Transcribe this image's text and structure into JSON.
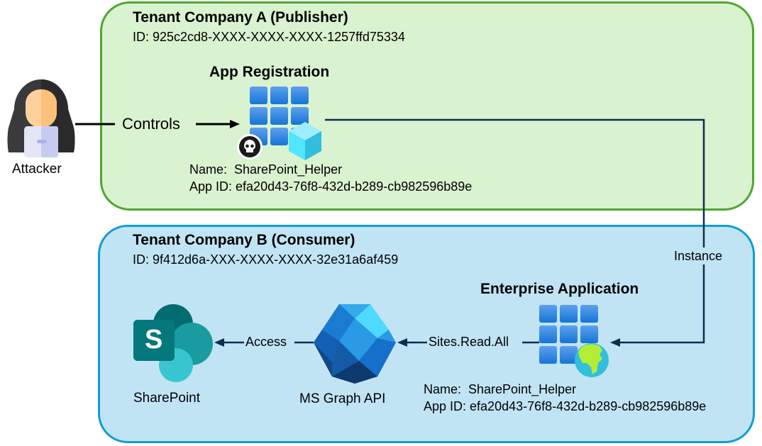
{
  "tenant_a": {
    "title": "Tenant Company A (Publisher)",
    "id": "ID: 925c2cd8-XXXX-XXXX-XXXX-1257ffd75334",
    "border_color": "#4ea72e",
    "fill_color": "#d9f2d0"
  },
  "tenant_b": {
    "title": "Tenant Company B (Consumer)",
    "id": "ID: 9f412d6a-XXX-XXXX-XXXX-32e31a6af459",
    "border_color": "#0f9ed5",
    "fill_color": "#c1e4f5"
  },
  "attacker": {
    "label": "Attacker",
    "icon": "hooded-hacker-icon"
  },
  "app_registration": {
    "title": "App Registration",
    "icon": "app-registration-icon",
    "badge_icon": "skull-icon",
    "name_line": "Name:  SharePoint_Helper",
    "appid_line": "App ID: efa20d43-76f8-432d-b289-cb982596b89e"
  },
  "enterprise_app": {
    "title": "Enterprise Application",
    "icon": "enterprise-app-icon",
    "badge_icon": "globe-icon",
    "name_line": "Name:  SharePoint_Helper",
    "appid_line": "App ID: efa20d43-76f8-432d-b289-cb982596b89e"
  },
  "graph_api": {
    "label": "MS Graph API",
    "icon": "ms-graph-icon"
  },
  "sharepoint": {
    "label": "SharePoint",
    "icon": "sharepoint-icon",
    "letter": "S"
  },
  "edges": {
    "controls": "Controls",
    "instance": "Instance",
    "sites_read_all": "Sites.Read.All",
    "access": "Access"
  },
  "colors": {
    "connector": "#0e2d50",
    "controls_arrow": "#000000"
  }
}
